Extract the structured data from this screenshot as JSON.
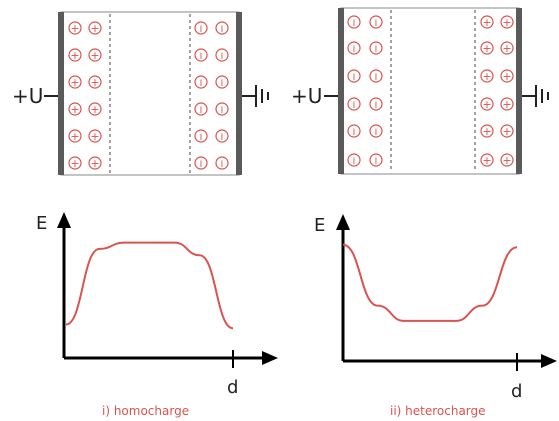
{
  "panels": [
    {
      "id": "homocharge",
      "caption": "i) homocharge",
      "voltage_label": "+U",
      "left_region_charge": "+",
      "right_region_charge": "I",
      "field_axis_label": "E",
      "distance_axis_label": "d",
      "field_profile": [
        [
          0,
          0.25
        ],
        [
          0.2,
          0.85
        ],
        [
          0.35,
          0.9
        ],
        [
          0.65,
          0.9
        ],
        [
          0.8,
          0.8
        ],
        [
          1,
          0.22
        ]
      ]
    },
    {
      "id": "heterocharge",
      "caption": "ii) heterocharge",
      "voltage_label": "+U",
      "left_region_charge": "I",
      "right_region_charge": "+",
      "field_axis_label": "E",
      "distance_axis_label": "d",
      "field_profile": [
        [
          0,
          0.9
        ],
        [
          0.2,
          0.42
        ],
        [
          0.35,
          0.3
        ],
        [
          0.65,
          0.3
        ],
        [
          0.8,
          0.42
        ],
        [
          1,
          0.88
        ]
      ]
    }
  ],
  "colors": {
    "charge": "#d9534f",
    "curve": "#d9534f",
    "electrode": "#5a5a5a",
    "axis": "#000000"
  }
}
